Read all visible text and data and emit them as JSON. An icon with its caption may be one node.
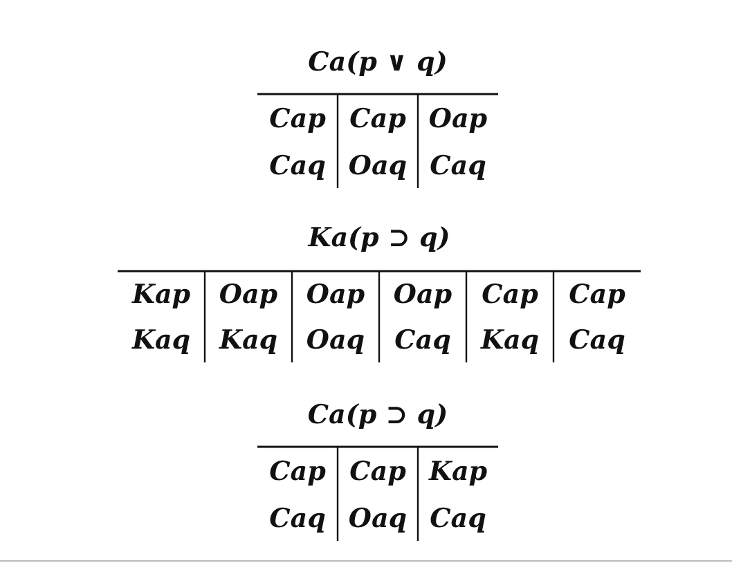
{
  "diagram": {
    "labels": [
      "Ca(p ∨ q)",
      "Cap",
      "Cap",
      "Oap",
      "Caq",
      "Oaq",
      "Caq",
      "Ka(p ⊃ q)",
      "Kap",
      "Oap",
      "Oap",
      "Oap",
      "Cap",
      "Cap",
      "Kaq",
      "Kaq",
      "Oaq",
      "Caq",
      "Kaq",
      "Caq",
      "Ca(p ⊃ q)",
      "Cap",
      "Cap",
      "Kap",
      "Caq",
      "Oaq",
      "Caq"
    ]
  }
}
